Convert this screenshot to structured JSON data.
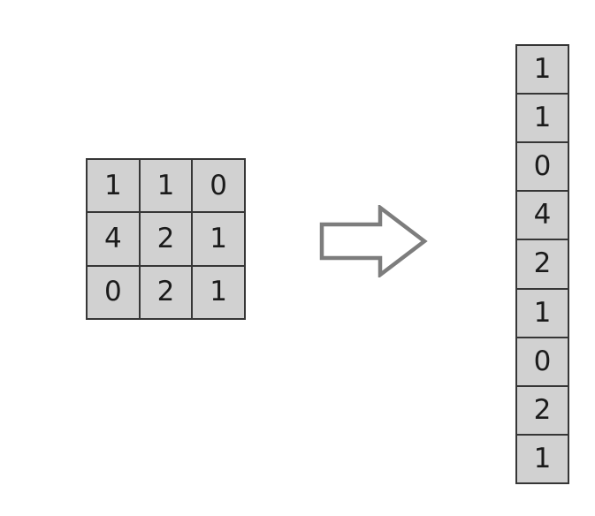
{
  "diagram": {
    "matrix": {
      "rows": [
        [
          1,
          1,
          0
        ],
        [
          4,
          2,
          1
        ],
        [
          0,
          2,
          1
        ]
      ]
    },
    "arrow": {
      "icon": "right-block-arrow"
    },
    "vector": {
      "values": [
        1,
        1,
        0,
        4,
        2,
        1,
        0,
        2,
        1
      ]
    },
    "colors": {
      "background": "#ffffff",
      "cell_fill": "#d1d1d1",
      "cell_border": "#363636",
      "digit": "#1b1b1b",
      "arrow_outline": "#7d7d7d",
      "arrow_fill": "#ffffff"
    }
  }
}
